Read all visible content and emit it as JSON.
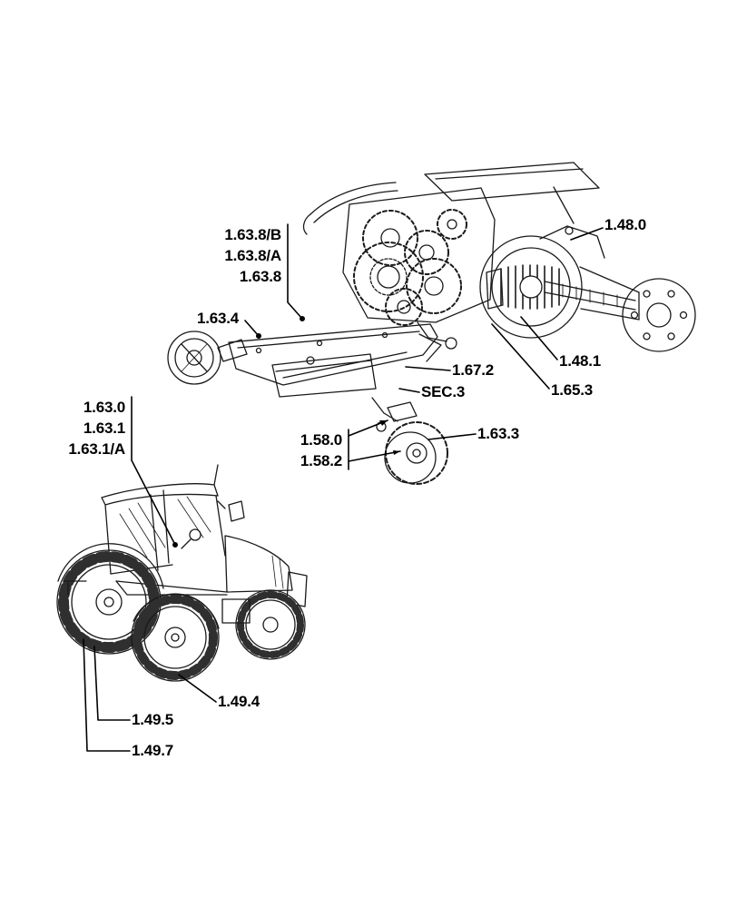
{
  "page": {
    "background": "#ffffff",
    "line_color": "#1a1a1a",
    "label_color": "#000000"
  },
  "callout_groups": [
    {
      "name": "group-1-63-8",
      "labels": [
        "1.63.8/B",
        "1.63.8/A",
        "1.63.8"
      ]
    },
    {
      "name": "group-1-63-0",
      "labels": [
        "1.63.0",
        "1.63.1",
        "1.63.1/A"
      ]
    },
    {
      "name": "group-1-58-0",
      "labels": [
        "1.58.0",
        "1.58.2"
      ]
    }
  ],
  "callouts": [
    {
      "label": "1.63.4"
    },
    {
      "label": "1.48.0"
    },
    {
      "label": "1.67.2"
    },
    {
      "label": "SEC.3"
    },
    {
      "label": "1.48.1"
    },
    {
      "label": "1.65.3"
    },
    {
      "label": "1.63.3"
    },
    {
      "label": "1.49.4"
    },
    {
      "label": "1.49.5"
    },
    {
      "label": "1.49.7"
    }
  ]
}
